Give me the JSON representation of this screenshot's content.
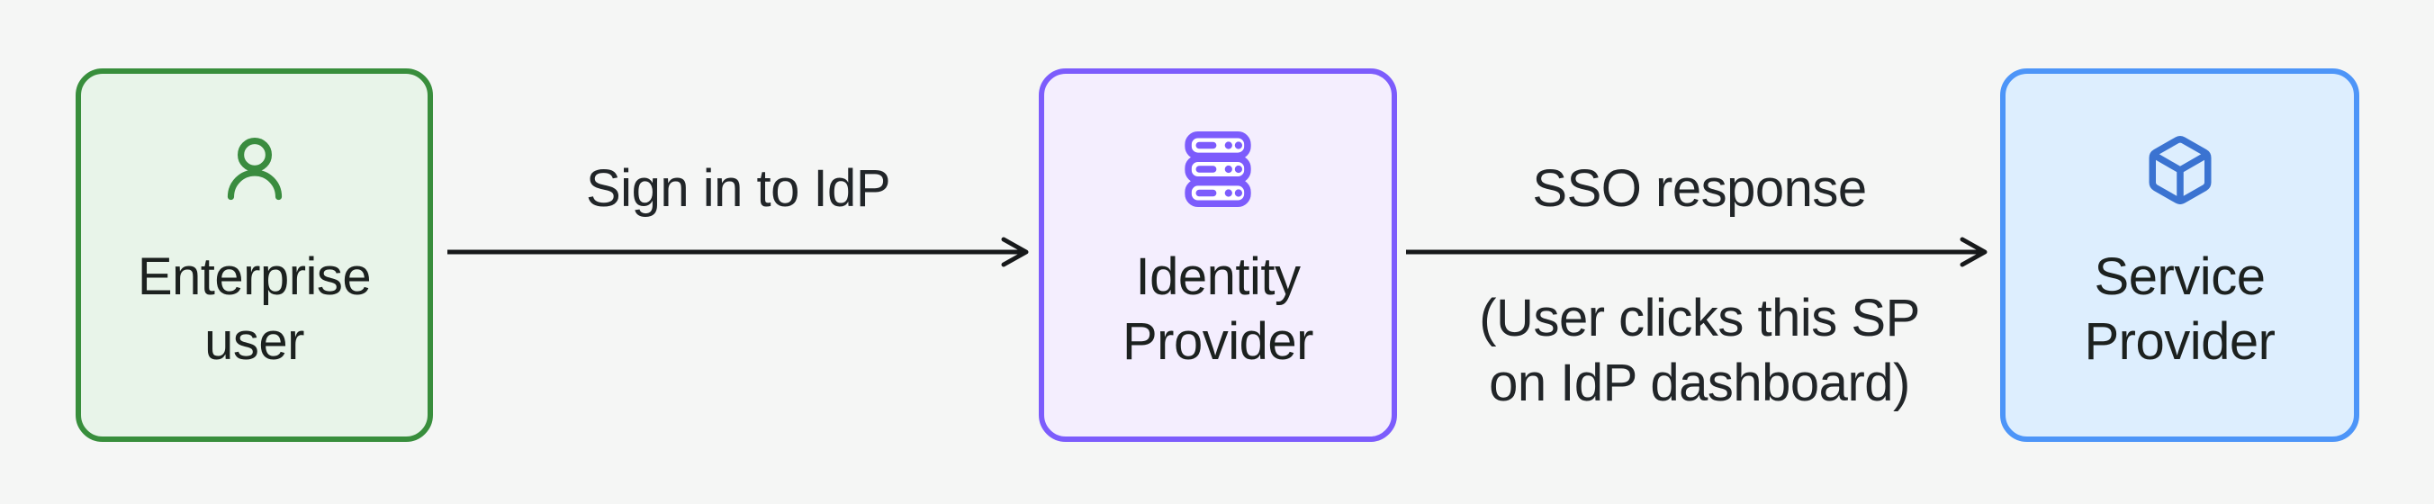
{
  "diagram": {
    "background": "#f5f6f5",
    "arrow_color": "#17191a",
    "node_text_color": "#1c211f",
    "edge_text_color": "#212528",
    "nodes": [
      {
        "id": "enterprise-user",
        "label_line1": "Enterprise",
        "label_line2": "user",
        "icon": "user-icon",
        "border_color": "#388e3c",
        "fill_color": "#e8f4e9",
        "icon_color": "#3a8c3f"
      },
      {
        "id": "identity-provider",
        "label_line1": "Identity",
        "label_line2": "Provider",
        "icon": "server-icon",
        "border_color": "#7c5cfc",
        "fill_color": "#f4eefe",
        "icon_color": "#7c5cfc"
      },
      {
        "id": "service-provider",
        "label_line1": "Service",
        "label_line2": "Provider",
        "icon": "box-icon",
        "border_color": "#4d95f8",
        "fill_color": "#ddeefe",
        "icon_color": "#3b73d1"
      }
    ],
    "edges": [
      {
        "id": "sign-in-to-idp",
        "label": "Sign in to IdP"
      },
      {
        "id": "sso-response",
        "label": "SSO response",
        "sublabel_line1": "(User clicks this SP",
        "sublabel_line2": "on IdP dashboard)"
      }
    ]
  }
}
